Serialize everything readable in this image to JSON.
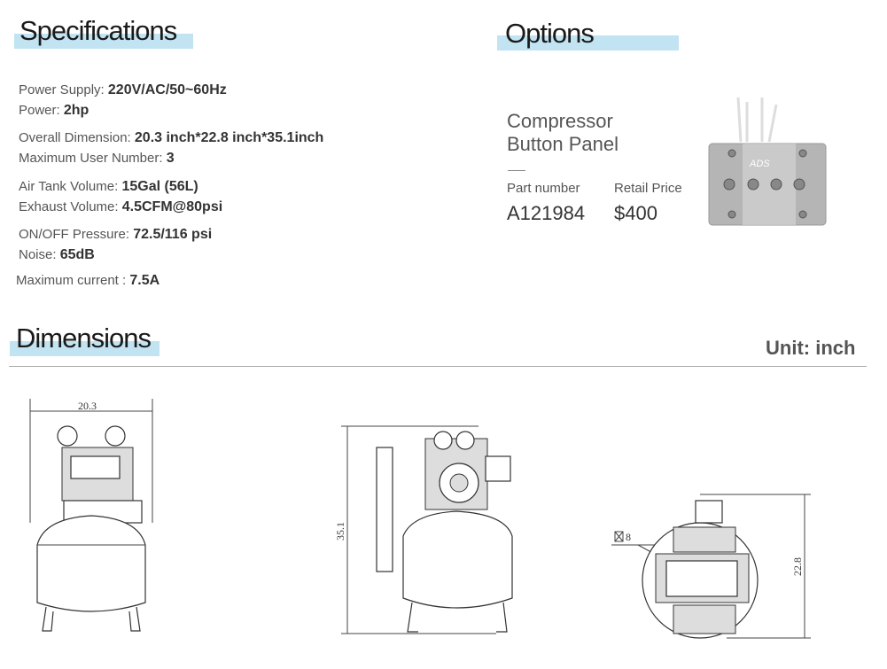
{
  "specifications": {
    "title": "Specifications",
    "items": [
      {
        "label": "Power Supply:",
        "value": "220V/AC/50~60Hz"
      },
      {
        "label": "Power:",
        "value": "2hp"
      },
      {
        "label": "Overall Dimension:",
        "value": "20.3 inch*22.8 inch*35.1inch"
      },
      {
        "label": "Maximum User Number:",
        "value": "3"
      },
      {
        "label": "Air Tank Volume:",
        "value": "15Gal (56L)"
      },
      {
        "label": "Exhaust Volume:",
        "value": "4.5CFM@80psi"
      },
      {
        "label": "ON/OFF Pressure:",
        "value": "72.5/116 psi"
      },
      {
        "label": "Noise:",
        "value": "65dB"
      },
      {
        "label": "Maximum current :",
        "value": "7.5A"
      }
    ]
  },
  "options": {
    "title": "Options",
    "name_line1": "Compressor",
    "name_line2": "Button Panel",
    "part_label": "Part number",
    "part_value": "A121984",
    "price_label": "Retail Price",
    "price_value": "$400",
    "panel_logo": "ADS"
  },
  "dimensions": {
    "title": "Dimensions",
    "unit": "Unit: inch",
    "width": "20.3",
    "height": "35.1",
    "depth": "22.8",
    "pipe": "8"
  },
  "colors": {
    "highlight": "#c1e3f2"
  }
}
